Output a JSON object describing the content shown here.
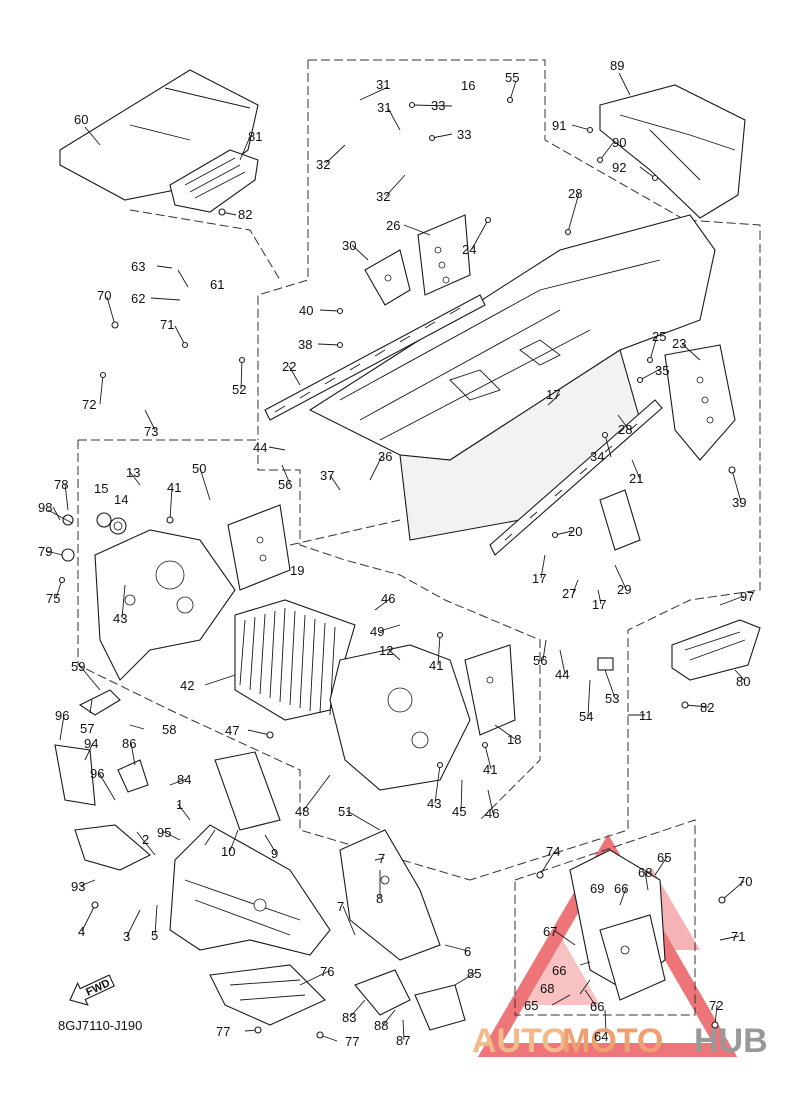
{
  "diagram_code": "8GJ7110-J190",
  "direction_label": "FWD",
  "watermark": {
    "part1": "AUTO",
    "part2": "MOTO",
    "part3": "HUB"
  },
  "colors": {
    "watermark_red": "#e8474c",
    "watermark_orange": "#f4b98a",
    "watermark_gray": "#999999",
    "line": "#1a1a1a"
  },
  "callouts": {
    "c1": "1",
    "c2": "2",
    "c3": "3",
    "c4": "4",
    "c5": "5",
    "c6": "6",
    "c7": "7",
    "c7b": "7",
    "c8": "8",
    "c9": "9",
    "c10": "10",
    "c11": "11",
    "c12": "12",
    "c13": "13",
    "c14": "14",
    "c15": "15",
    "c16": "16",
    "c17a": "17",
    "c17b": "17",
    "c17c": "17",
    "c18": "18",
    "c19": "19",
    "c20": "20",
    "c21": "21",
    "c22": "22",
    "c23": "23",
    "c24": "24",
    "c25": "25",
    "c26": "26",
    "c27": "27",
    "c28a": "28",
    "c28b": "28",
    "c29": "29",
    "c30": "30",
    "c31a": "31",
    "c31b": "31",
    "c32a": "32",
    "c32b": "32",
    "c33a": "33",
    "c33b": "33",
    "c34": "34",
    "c35": "35",
    "c36": "36",
    "c37": "37",
    "c38": "38",
    "c39": "39",
    "c40": "40",
    "c41a": "41",
    "c41b": "41",
    "c41c": "41",
    "c42": "42",
    "c43a": "43",
    "c43b": "43",
    "c44a": "44",
    "c44b": "44",
    "c45": "45",
    "c46a": "46",
    "c46b": "46",
    "c47": "47",
    "c48": "48",
    "c49": "49",
    "c50": "50",
    "c51": "51",
    "c52": "52",
    "c53": "53",
    "c54": "54",
    "c55": "55",
    "c56a": "56",
    "c56b": "56",
    "c57": "57",
    "c58": "58",
    "c59": "59",
    "c60": "60",
    "c61": "61",
    "c62": "62",
    "c63": "63",
    "c64": "64",
    "c65a": "65",
    "c65b": "65",
    "c66a": "66",
    "c66b": "66",
    "c66c": "66",
    "c67": "67",
    "c68a": "68",
    "c68b": "68",
    "c69": "69",
    "c70a": "70",
    "c70b": "70",
    "c71a": "71",
    "c71b": "71",
    "c72a": "72",
    "c72b": "72",
    "c73": "73",
    "c74": "74",
    "c75": "75",
    "c76": "76",
    "c77a": "77",
    "c77b": "77",
    "c78": "78",
    "c79": "79",
    "c80": "80",
    "c81": "81",
    "c82a": "82",
    "c82b": "82",
    "c83": "83",
    "c84": "84",
    "c85": "85",
    "c86": "86",
    "c87": "87",
    "c88": "88",
    "c89": "89",
    "c90": "90",
    "c91": "91",
    "c92": "92",
    "c93": "93",
    "c94": "94",
    "c95": "95",
    "c96a": "96",
    "c96b": "96",
    "c97": "97",
    "c98": "98"
  }
}
